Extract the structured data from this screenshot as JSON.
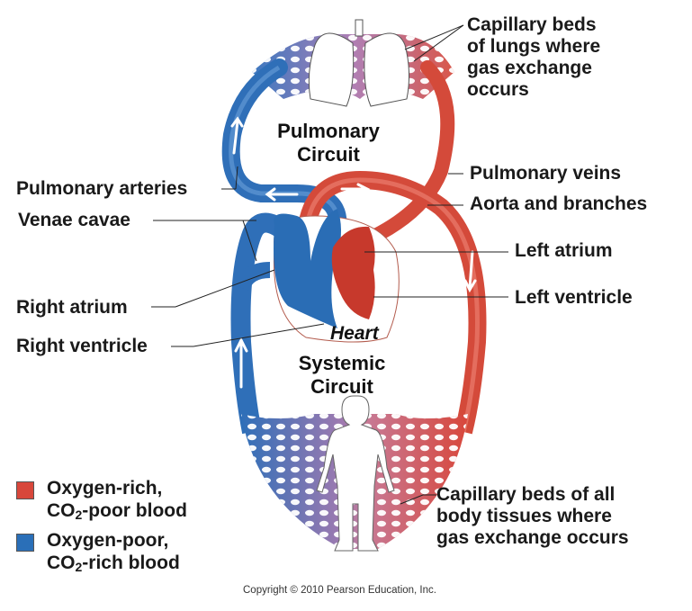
{
  "colors": {
    "oxygen_rich": "#d8473b",
    "oxygen_poor": "#2a6fb8",
    "mixed": "#a77bb0"
  },
  "circuits": {
    "pulmonary": [
      "Pulmonary",
      "Circuit"
    ],
    "systemic": [
      "Systemic",
      "Circuit"
    ]
  },
  "heart_label": "Heart",
  "labels": {
    "capillary_lungs": [
      "Capillary beds",
      "of lungs where",
      "gas exchange",
      "occurs"
    ],
    "pulmonary_veins": "Pulmonary veins",
    "aorta": "Aorta and branches",
    "left_atrium": "Left atrium",
    "left_ventricle": "Left ventricle",
    "pulmonary_arteries": "Pulmonary arteries",
    "venae_cavae": "Venae cavae",
    "right_atrium": "Right atrium",
    "right_ventricle": "Right ventricle",
    "capillary_body": [
      "Capillary beds of all",
      "body tissues where",
      "gas exchange occurs"
    ]
  },
  "legend": [
    {
      "line1": "Oxygen-rich,",
      "line2_pre": "CO",
      "line2_sub": "2",
      "line2_post": "-poor blood",
      "color": "#d8473b"
    },
    {
      "line1": "Oxygen-poor,",
      "line2_pre": "CO",
      "line2_sub": "2",
      "line2_post": "-rich blood",
      "color": "#2a6fb8"
    }
  ],
  "copyright": "Copyright © 2010 Pearson Education, Inc."
}
